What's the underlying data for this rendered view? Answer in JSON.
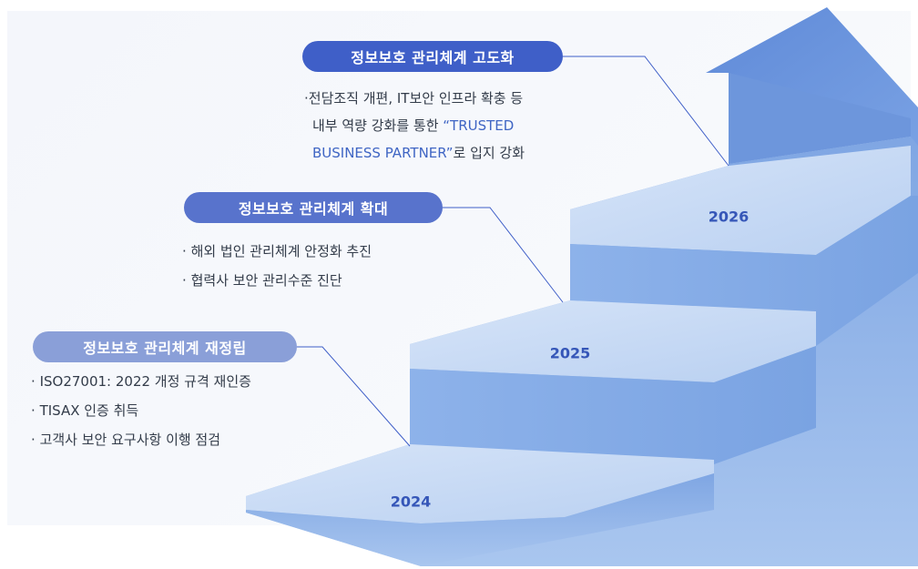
{
  "stages": [
    {
      "year": "2026",
      "title": "정보보호 관리체계 고도화",
      "items": [
        {
          "dot": "·",
          "pre": "전담조직 개편, IT보안 인프라 확충 등",
          "highlight": "",
          "post": ""
        },
        {
          "dot": "",
          "pre": "내부 역량 강화를 통한 ",
          "highlight": "“TRUSTED",
          "post": ""
        },
        {
          "dot": "",
          "pre": "",
          "highlight": "BUSINESS PARTNER”",
          "post": "로 입지 강화"
        }
      ]
    },
    {
      "year": "2025",
      "title": "정보보호 관리체계 확대",
      "items": [
        {
          "dot": "·",
          "pre": "해외 법인 관리체계 안정화 추진",
          "highlight": "",
          "post": ""
        },
        {
          "dot": "·",
          "pre": "협력사 보안 관리수준 진단",
          "highlight": "",
          "post": ""
        }
      ]
    },
    {
      "year": "2024",
      "title": "정보보호 관리체계 재정립",
      "items": [
        {
          "dot": "·",
          "pre": "ISO27001: 2022 개정 규격 재인증",
          "highlight": "",
          "post": ""
        },
        {
          "dot": "·",
          "pre": "TISAX 인증 취득",
          "highlight": "",
          "post": ""
        },
        {
          "dot": "·",
          "pre": "고객사 보안 요구사항 이행 점검",
          "highlight": "",
          "post": ""
        }
      ]
    }
  ],
  "colors": {
    "pill_2026": "#3f5fc8",
    "pill_2025": "#5873cc",
    "pill_2024": "#8a9fd8",
    "highlight_text": "#3f65c4",
    "year_text": "#3556b8",
    "step_top": "#c9dbf5",
    "step_front": "#86aee6"
  }
}
